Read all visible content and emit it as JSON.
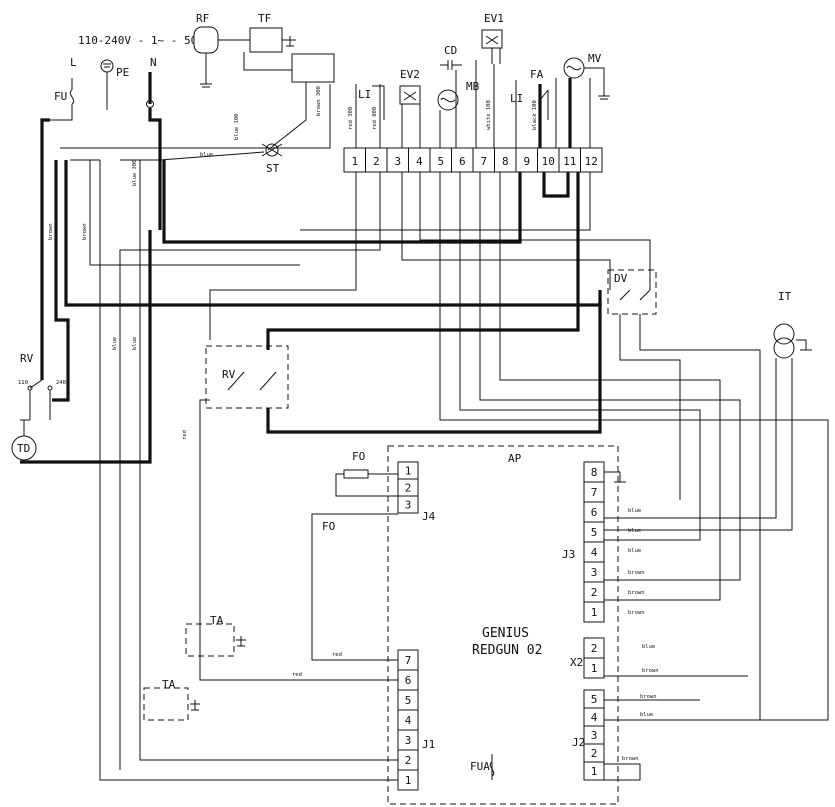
{
  "supply": {
    "voltage": "110-240V - 1~ - 50Hz",
    "line": "L",
    "neutral": "N",
    "earth": "PE",
    "fuse": "FU"
  },
  "components": {
    "rf": "RF",
    "tf": "TF",
    "st": "ST",
    "ev1": "EV1",
    "ev2": "EV2",
    "cd": "CD",
    "mb": "MB",
    "fa": "FA",
    "mv": "MV",
    "dv": "DV",
    "it": "IT",
    "rv": "RV",
    "td": "TD",
    "rv110": "110",
    "rv240": "240",
    "fo": "FO",
    "ta": "TA",
    "ap": "AP",
    "fua": "FUA",
    "li_left": "LI",
    "li_right": "LI"
  },
  "controller": {
    "line1": "GENIUS",
    "line2": "REDGUN 02"
  },
  "terminal_strip": [
    "1",
    "2",
    "3",
    "4",
    "5",
    "6",
    "7",
    "8",
    "9",
    "10",
    "11",
    "12"
  ],
  "connectors": {
    "j4": {
      "label": "J4",
      "pins": [
        "1",
        "2",
        "3"
      ]
    },
    "j1": {
      "label": "J1",
      "pins": [
        "7",
        "6",
        "5",
        "4",
        "3",
        "2",
        "1"
      ]
    },
    "j3": {
      "label": "J3",
      "pins": [
        "8",
        "7",
        "6",
        "5",
        "4",
        "3",
        "2",
        "1"
      ]
    },
    "x2": {
      "label": "X2",
      "pins": [
        "2",
        "1"
      ]
    },
    "j2": {
      "label": "J2",
      "pins": [
        "5",
        "4",
        "3",
        "2",
        "1"
      ]
    }
  },
  "wire_labels": {
    "blue": "blue",
    "brown": "brown",
    "red": "red",
    "j3_6": "blue",
    "j3_5": "blue",
    "j3_4": "blue",
    "j3_3": "brown",
    "j3_2": "brown",
    "j3_1": "brown",
    "x2_2": "blue",
    "x2_1": "brown",
    "j2_5": "brown",
    "j2_4": "blue",
    "j2_2": "brown",
    "j1_7": "red",
    "j1_6": "red",
    "st_wire": "blue",
    "blue100": "blue 100",
    "blue300": "blue 300",
    "red300": "red 300",
    "red800": "red 800",
    "white100": "white 100",
    "black100": "black 100",
    "brown300": "brown 300"
  }
}
